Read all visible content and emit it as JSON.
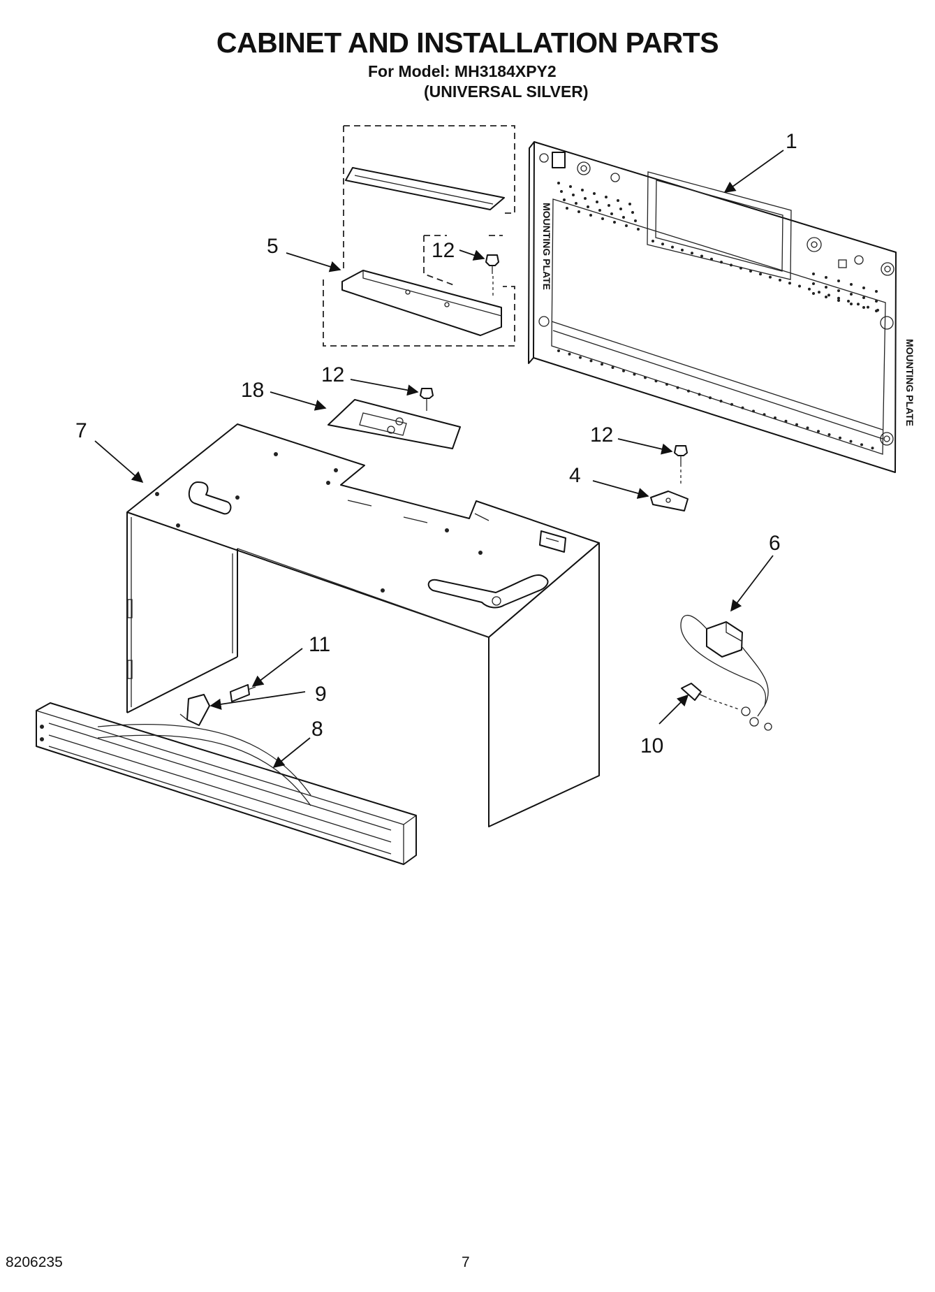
{
  "header": {
    "title": "CABINET AND INSTALLATION PARTS",
    "model_line": "For Model: MH3184XPY2",
    "variant_line": "(UNIVERSAL SILVER)"
  },
  "callouts": [
    {
      "id": "c1",
      "label": "1"
    },
    {
      "id": "c5",
      "label": "5"
    },
    {
      "id": "c12a",
      "label": "12"
    },
    {
      "id": "c12b",
      "label": "12"
    },
    {
      "id": "c18",
      "label": "18"
    },
    {
      "id": "c7",
      "label": "7"
    },
    {
      "id": "c12c",
      "label": "12"
    },
    {
      "id": "c4",
      "label": "4"
    },
    {
      "id": "c6",
      "label": "6"
    },
    {
      "id": "c11",
      "label": "11"
    },
    {
      "id": "c9",
      "label": "9"
    },
    {
      "id": "c8",
      "label": "8"
    },
    {
      "id": "c10",
      "label": "10"
    }
  ],
  "plate_text": {
    "side_a": "MOUNTING PLATE",
    "side_b": "MOUNTING PLATE"
  },
  "footer": {
    "doc_number": "8206235",
    "page_number": "7"
  }
}
